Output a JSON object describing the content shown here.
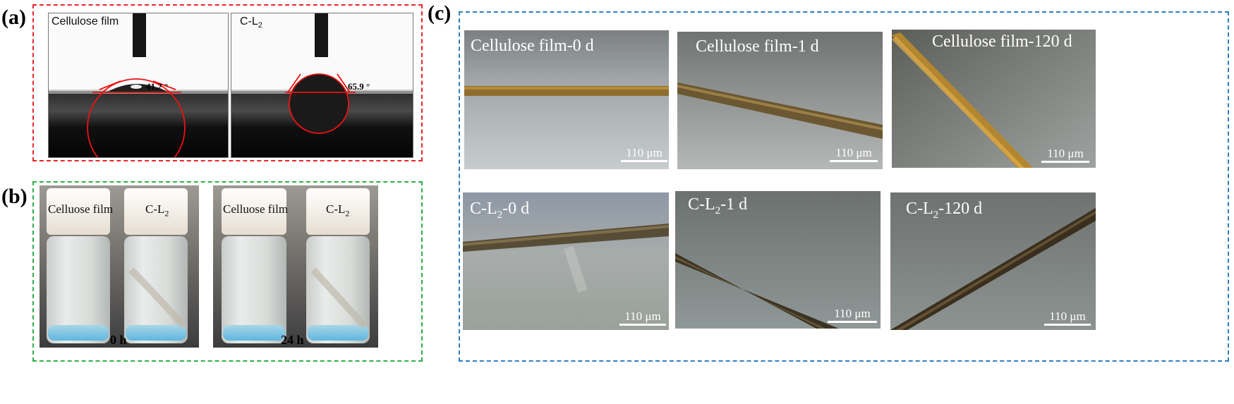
{
  "panels": {
    "a": {
      "label": "(a)",
      "images": [
        {
          "label": "Cellulose film",
          "angle": "41.2 °"
        },
        {
          "label_base": "C-L",
          "label_sub": "2",
          "angle": "65.9 °"
        }
      ]
    },
    "b": {
      "label": "(b)",
      "photos": [
        {
          "vial1": "Celluose film",
          "vial2_base": "C-L",
          "vial2_sub": "2",
          "time": "0 h"
        },
        {
          "vial1": "Celluose film",
          "vial2_base": "C-L",
          "vial2_sub": "2",
          "time": "24 h"
        }
      ]
    },
    "c": {
      "label": "(c)",
      "row1": [
        {
          "label": "Cellulose film-0 d",
          "scale": "110 μm"
        },
        {
          "label": "Cellulose film-1 d",
          "scale": "110 μm"
        },
        {
          "label": "Cellulose film-120 d",
          "scale": "110 μm"
        }
      ],
      "row2": [
        {
          "base": "C-L",
          "sub": "2",
          "suffix": "-0 d",
          "scale": "110 μm"
        },
        {
          "base": "C-L",
          "sub": "2",
          "suffix": "-1 d",
          "scale": "110 μm"
        },
        {
          "base": "C-L",
          "sub": "2",
          "suffix": "-120 d",
          "scale": "110 μm"
        }
      ]
    }
  },
  "colors": {
    "box_a": "#e8262b",
    "box_b": "#2fb04a",
    "box_c": "#2f7fc1"
  }
}
